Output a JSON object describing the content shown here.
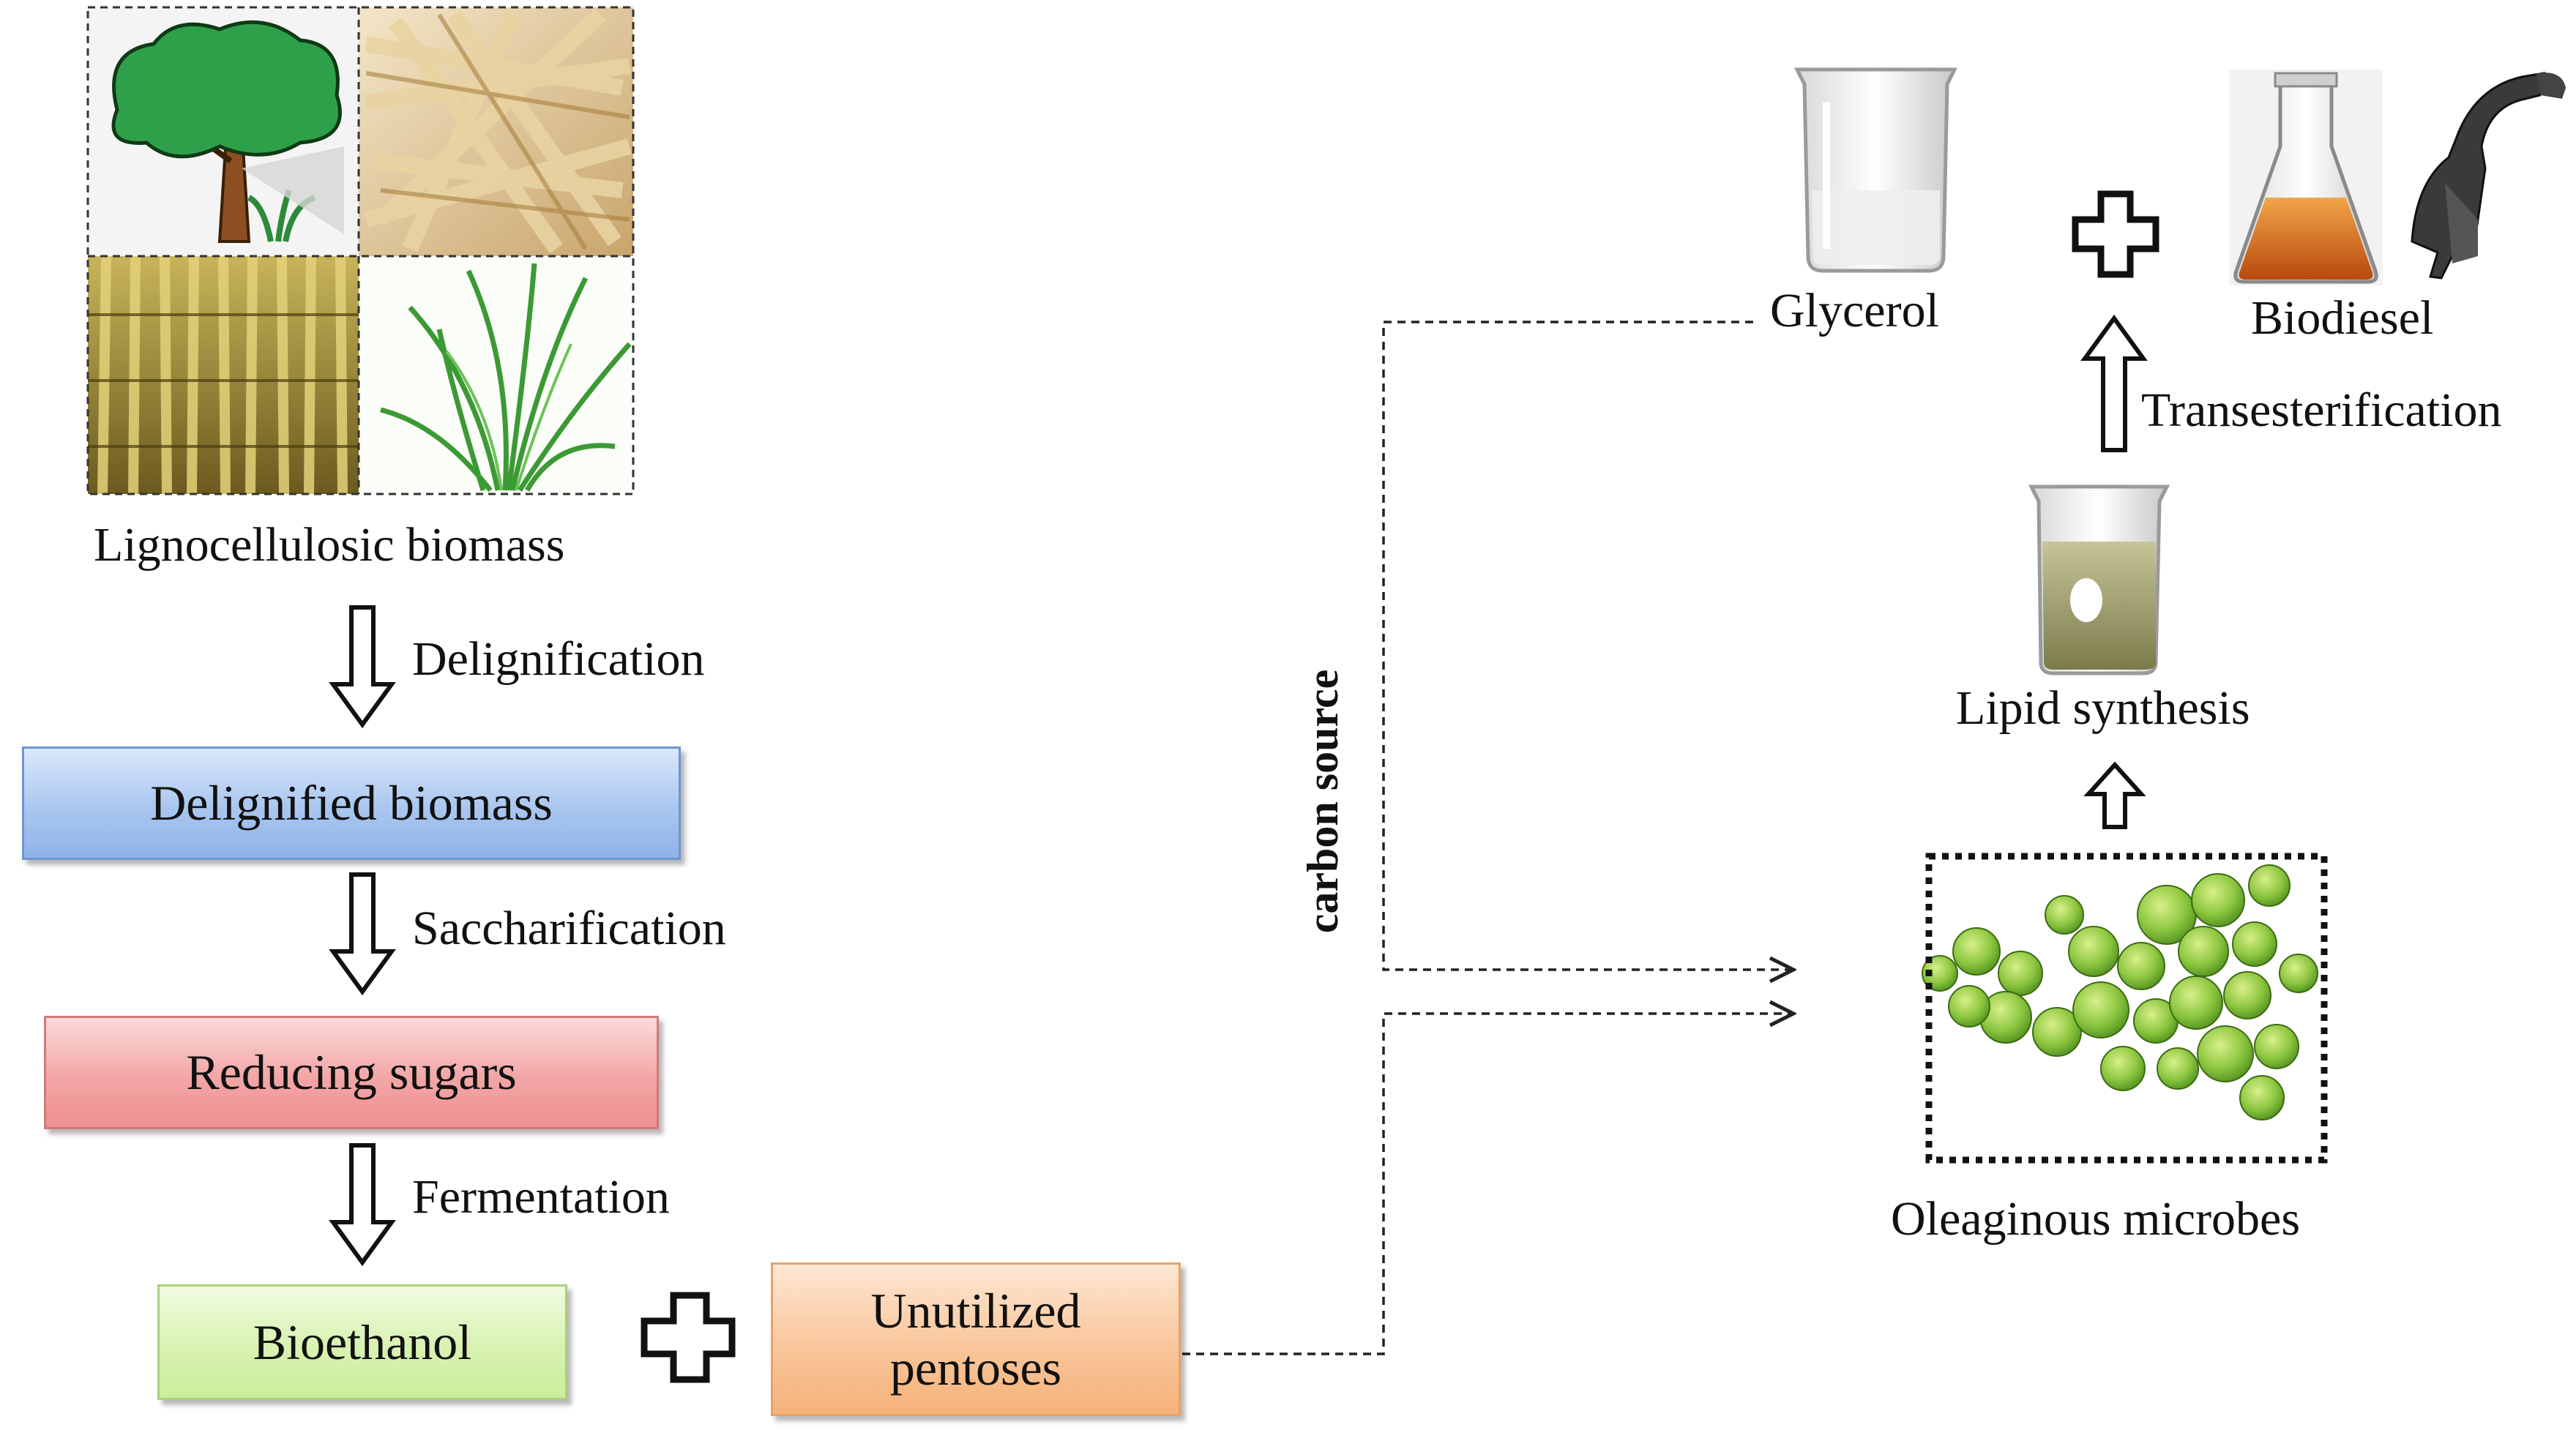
{
  "biomass": {
    "label": "Lignocellulosic biomass"
  },
  "steps": {
    "delignification": "Delignification",
    "saccharification": "Saccharification",
    "fermentation": "Fermentation",
    "transesterification": "Transesterification"
  },
  "boxes": {
    "delignified": "Delignified biomass",
    "sugars": "Reducing sugars",
    "bioethanol": "Bioethanol",
    "pentoses_line1": "Unutilized",
    "pentoses_line2": "pentoses"
  },
  "right": {
    "glycerol": "Glycerol",
    "biodiesel": "Biodiesel",
    "lipid": "Lipid synthesis",
    "microbes": "Oleaginous microbes",
    "carbon_source": "carbon source"
  },
  "icons": [
    "tree-icon",
    "straw-icon",
    "sugarcane-icon",
    "grass-icon",
    "beaker-icon",
    "flask-icon",
    "fuel-nozzle-icon",
    "microbe-cluster-icon",
    "plus-icon",
    "hollow-arrow-icon"
  ],
  "colors": {
    "blue_box": "#a9c6ef",
    "red_box": "#f3a6a6",
    "green_box": "#d8f2b1",
    "orange_box": "#f9c69b",
    "microbe_green": "#7fbf3a",
    "oil_orange": "#d9641a"
  }
}
